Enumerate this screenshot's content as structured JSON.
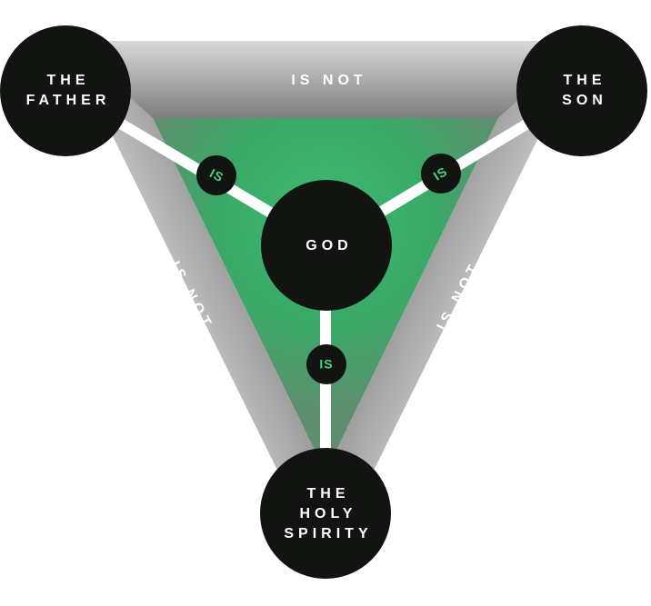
{
  "nodes": {
    "father": {
      "lines": [
        "THE",
        "FATHER"
      ]
    },
    "son": {
      "lines": [
        "THE",
        "SON"
      ]
    },
    "spirit": {
      "lines": [
        "THE",
        "HOLY",
        "SPIRITY"
      ]
    },
    "god": {
      "lines": [
        "GOD"
      ]
    }
  },
  "relations": {
    "is_label": "IS",
    "is_not_label": "IS NOT"
  },
  "colors": {
    "node_fill": "#121412",
    "center_green": "#3ab870",
    "is_text": "#4cd37c",
    "band_gray": "#9a9a9a",
    "connector": "#ffffff"
  }
}
